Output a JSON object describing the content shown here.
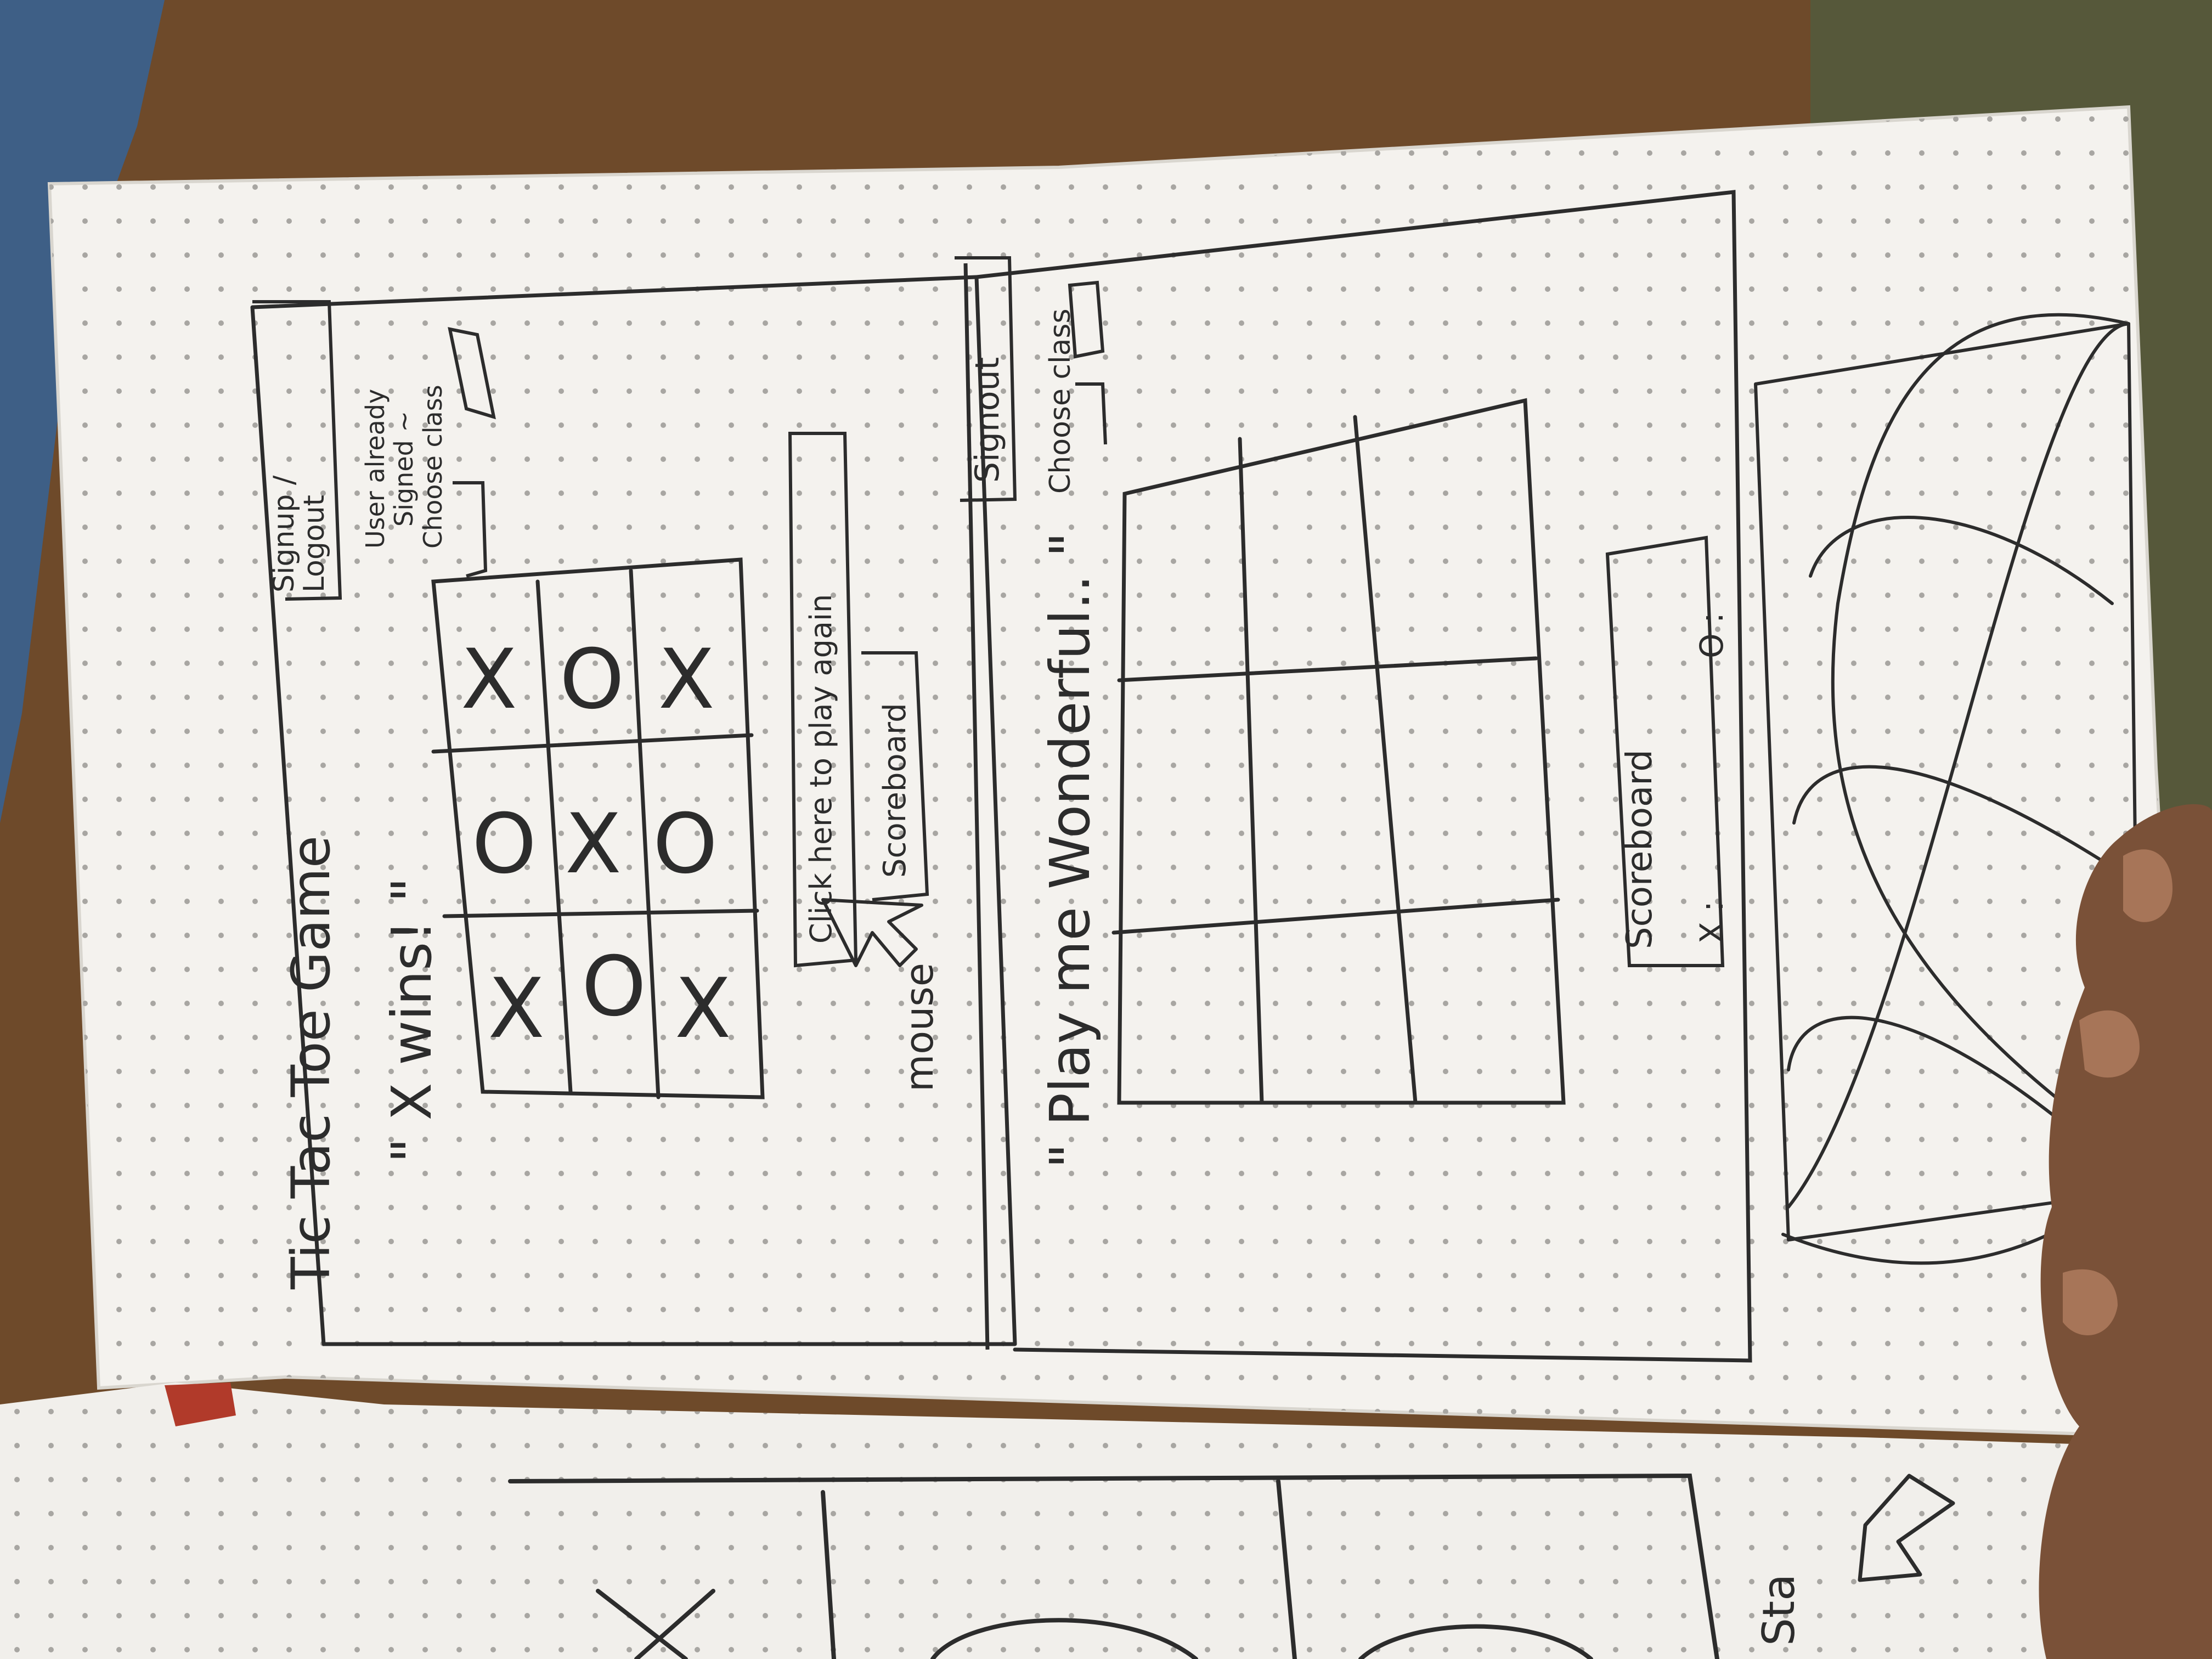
{
  "photo": {
    "subject": "Hand-drawn wireframe sketch of a tic tac toe game in a dotted notebook",
    "surface_color": "#6e4a2a",
    "paper_color": "#f4f2ee",
    "ink_color": "#2c2c2c"
  },
  "screen1": {
    "title": "Tic Tac Toe Game",
    "result_text": "\" X wins! \"",
    "auth_button": [
      "Signup /",
      "Logout"
    ],
    "already_signed_text": [
      "User already",
      "Signed ~",
      "Choose class"
    ],
    "board_marks": [
      "X",
      "O",
      "X",
      "O",
      "X",
      "O",
      "X",
      "O",
      "X"
    ],
    "play_again_button": "Click here to play again",
    "scoreboard_button": "Scoreboard",
    "mouse_label": "mouse"
  },
  "screen2": {
    "signout_button": "Signout",
    "prompt_text": "\" Play me Wonderful.. \"",
    "choose_class_text": "Choose class",
    "scoreboard_panel": [
      "Scoreboard",
      "X : ",
      "O : "
    ]
  },
  "icons": [
    "cursor-arrow-icon",
    "down-left-arrow-icon"
  ],
  "partial_text": "Sta"
}
